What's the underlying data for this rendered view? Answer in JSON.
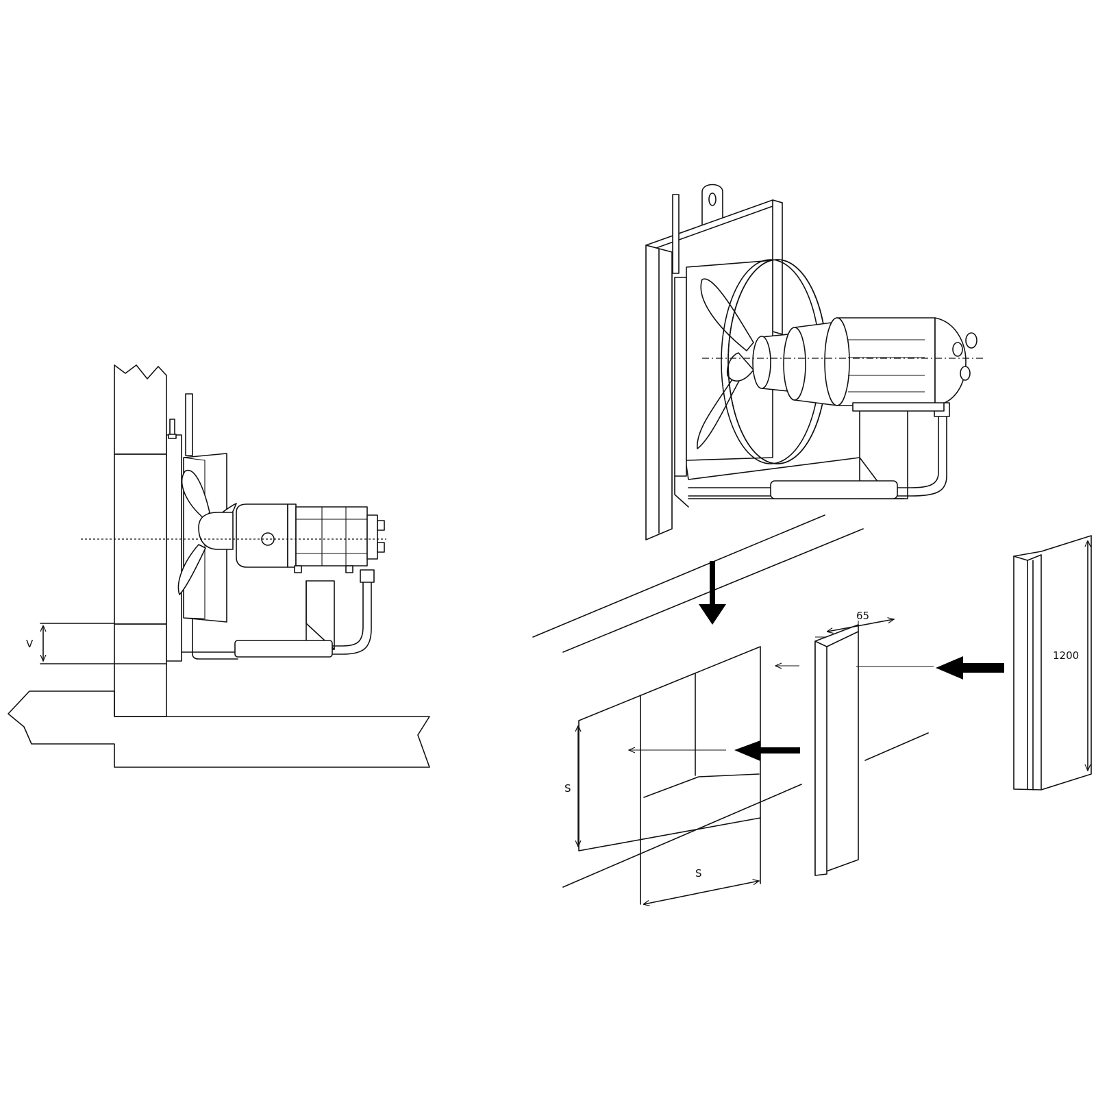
{
  "labels": {
    "v": "V",
    "dim65": "65",
    "dim1200": "1200",
    "s_vertical": "S",
    "s_horizontal": "S"
  }
}
